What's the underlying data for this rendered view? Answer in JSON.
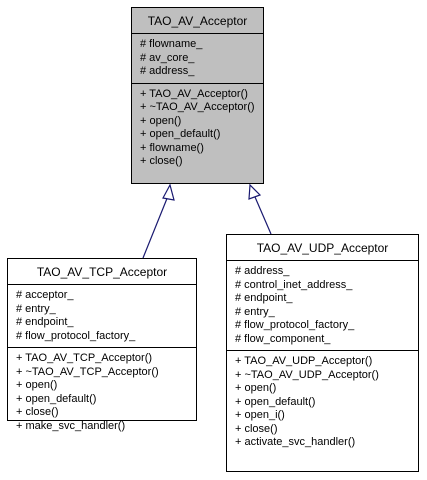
{
  "classes": {
    "base": {
      "name": "TAO_AV_Acceptor",
      "attributes": [
        "# flowname_",
        "# av_core_",
        "# address_"
      ],
      "methods": [
        "+ TAO_AV_Acceptor()",
        "+ ~TAO_AV_Acceptor()",
        "+ open()",
        "+ open_default()",
        "+ flowname()",
        "+ close()"
      ]
    },
    "tcp": {
      "name": "TAO_AV_TCP_Acceptor",
      "attributes": [
        "# acceptor_",
        "# entry_",
        "# endpoint_",
        "# flow_protocol_factory_"
      ],
      "methods": [
        "+ TAO_AV_TCP_Acceptor()",
        "+ ~TAO_AV_TCP_Acceptor()",
        "+ open()",
        "+ open_default()",
        "+ close()",
        "+ make_svc_handler()"
      ]
    },
    "udp": {
      "name": "TAO_AV_UDP_Acceptor",
      "attributes": [
        "# address_",
        "# control_inet_address_",
        "# endpoint_",
        "# entry_",
        "# flow_protocol_factory_",
        "# flow_component_"
      ],
      "methods": [
        "+ TAO_AV_UDP_Acceptor()",
        "+ ~TAO_AV_UDP_Acceptor()",
        "+ open()",
        "+ open_default()",
        "+ open_i()",
        "+ close()",
        "+ activate_svc_handler()"
      ]
    }
  },
  "colors": {
    "base_fill": "#bfbfbf",
    "edge": "#191970"
  }
}
